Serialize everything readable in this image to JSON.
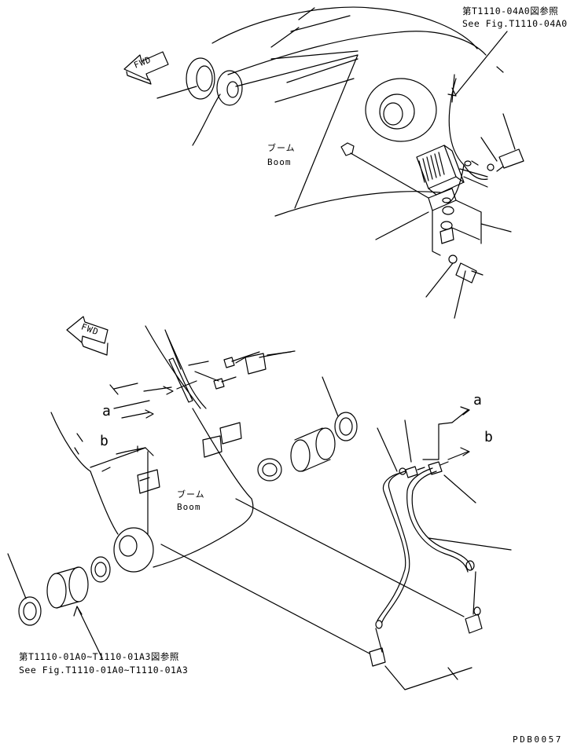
{
  "top_view": {
    "ref_jp": "第T1110-04A0図参照",
    "ref_en": "See Fig.T1110-04A0",
    "fwd": "FWD",
    "boom_jp": "ブーム",
    "boom_en": "Boom"
  },
  "bottom_view": {
    "fwd": "FWD",
    "boom_jp": "ブーム",
    "boom_en": "Boom",
    "callout_a_left": "a",
    "callout_b_left": "b",
    "callout_a_right": "a",
    "callout_b_right": "b",
    "ref_jp": "第T1110-01A0~T1110-01A3図参照",
    "ref_en": "See Fig.T1110-01A0~T1110-01A3"
  },
  "doc_code": "PDB0057"
}
